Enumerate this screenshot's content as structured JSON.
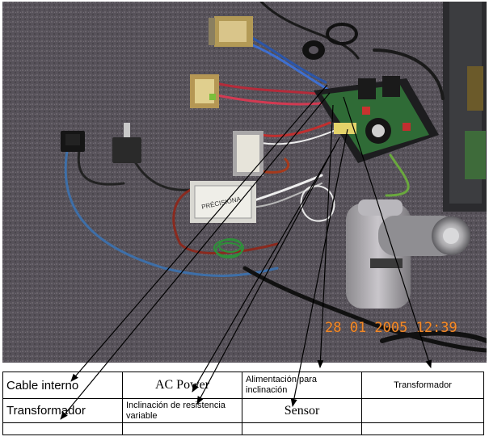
{
  "photo": {
    "timestamp": "28 01 2005 12:39",
    "board_brand": "PRÉCISIONA"
  },
  "labels": {
    "cable_interno": "Cable interno",
    "ac_power": "AC Power",
    "alimentacion": "Alimentación para inclinación",
    "transformador_top": "Transformador",
    "transformador_left": "Transformador",
    "inclinacion": "Inclinación de resistencia variable",
    "sensor": "Sensor"
  }
}
